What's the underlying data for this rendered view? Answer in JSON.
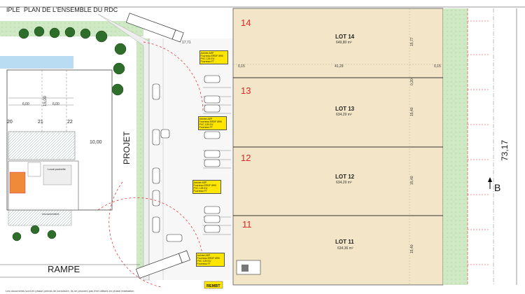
{
  "title": "PLAN DE L'ENSEMBLE DU RDC",
  "title_prefix": "IPLE",
  "lots": [
    {
      "number": "14",
      "name": "LOT 14",
      "area": "649,80 m²"
    },
    {
      "number": "13",
      "name": "LOT 13",
      "area": "634,29 m²"
    },
    {
      "number": "12",
      "name": "LOT 12",
      "area": "634,29 m²"
    },
    {
      "number": "11",
      "name": "LOT 11",
      "area": "634,36 m²"
    }
  ],
  "labels": {
    "projet": "PROJET",
    "rampe": "RAMPE",
    "section": "B",
    "total_dimension": "73,17",
    "dim_top": "17,71",
    "dim_width": "41,29",
    "dim_small": "0,15",
    "dim_left": "10,00",
    "dim_left2": "15,00",
    "dim_6a": "6,00",
    "dim_6b": "6,00",
    "dim_15_77": "15,77",
    "dim_15_40a": "15,40",
    "dim_15_40b": "15,40",
    "dim_15_40c": "15,40",
    "dim_0_20": "0,20",
    "grid_20": "20",
    "grid_21": "21",
    "grid_22": "22",
    "rembt": "REMBT",
    "footer": "Les documents sont en phase permis de construire, ils ne peuvent pas être utilisés en phase réalisation",
    "local_label": "Local poubelle",
    "recouv": "recouvrement"
  },
  "yellow_notes": [
    [
      "Arrivée AEP",
      "Fourreau ERDF Ø90",
      "PVC 125 EU",
      "Fourreau FT"
    ],
    [
      "Arrivée AEP",
      "Fourreau ERDF Ø90",
      "PVC 125 EU",
      "Fourreau FT"
    ],
    [
      "Arrivée AEP",
      "Fourreau ERDF Ø90",
      "PVC 125 EU",
      "Fourreau FT"
    ],
    [
      "Arrivée AEP",
      "Fourreau ERDF Ø90",
      "PVC 125 EU",
      "Fourreau FT"
    ]
  ],
  "colors": {
    "lot_fill": "#f3e6c8",
    "green": "#cfe9c4",
    "green_dark": "#9fd08f",
    "water": "#b9dcf2",
    "red": "#e0242a",
    "yellow": "#ffe600"
  }
}
